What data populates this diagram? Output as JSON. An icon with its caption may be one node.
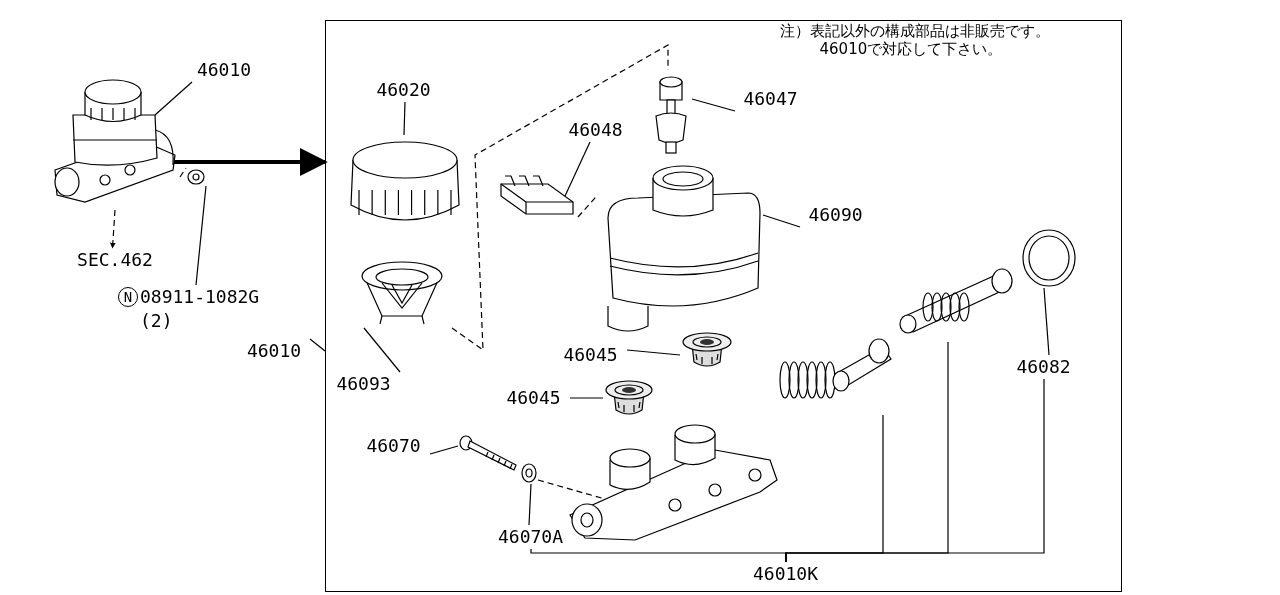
{
  "diagram": {
    "nodes": [
      {
        "text": [
          "46010"
        ]
      },
      {
        "text": [],
        "shape": "picture"
      },
      {
        "text": [
          "SEC.462"
        ]
      },
      {
        "text": [
          "N",
          "08911-1082G",
          "(2)"
        ]
      },
      {
        "text": [],
        "shape": "picture"
      },
      {
        "text": [],
        "shape": "box"
      },
      {
        "text": [
          "46010"
        ]
      },
      {
        "text": [
          "46020"
        ],
        "in": 5
      },
      {
        "text": [],
        "shape": "picture",
        "in": 5
      },
      {
        "text": [
          "46093"
        ],
        "in": 5
      },
      {
        "text": [],
        "shape": "picture",
        "in": 5
      },
      {
        "text": [
          "46047"
        ],
        "in": 5
      },
      {
        "text": [],
        "shape": "picture",
        "in": 5
      },
      {
        "text": [
          "46048"
        ],
        "in": 5
      },
      {
        "text": [],
        "shape": "picture",
        "in": 5
      },
      {
        "text": [
          "46090"
        ],
        "in": 5
      },
      {
        "text": [],
        "shape": "picture",
        "in": 5
      },
      {
        "text": [
          "46045"
        ],
        "in": 5
      },
      {
        "text": [],
        "shape": "picture",
        "in": 5
      },
      {
        "text": [
          "46045"
        ],
        "in": 5
      },
      {
        "text": [],
        "shape": "picture",
        "in": 5
      },
      {
        "text": [
          "46070"
        ],
        "in": 5
      },
      {
        "text": [],
        "shape": "picture",
        "in": 5
      },
      {
        "text": [
          "46070A"
        ],
        "in": 5
      },
      {
        "text": [],
        "shape": "picture",
        "in": 5
      },
      {
        "text": [
          "46082"
        ],
        "in": 5
      },
      {
        "text": [],
        "shape": "picture",
        "in": 5
      },
      {
        "text": [],
        "shape": "picture",
        "in": 5
      },
      {
        "text": [],
        "shape": "picture",
        "in": 5
      },
      {
        "text": [],
        "shape": "picture",
        "in": 5
      },
      {
        "text": [
          "46010K"
        ],
        "in": 5
      }
    ],
    "edges": [
      {
        "from": 0,
        "to": 1,
        "arrow": "none"
      },
      {
        "from": 1,
        "to": 4,
        "arrow": "none",
        "style": "dashed"
      },
      {
        "from": 1,
        "to": 2,
        "arrow": "to",
        "style": "dashed"
      },
      {
        "from": 3,
        "to": 4,
        "arrow": "none"
      },
      {
        "from": 1,
        "to": 5,
        "arrow": "to",
        "style": "thick"
      },
      {
        "from": 6,
        "to": 5,
        "arrow": "none"
      },
      {
        "from": 7,
        "to": 8,
        "arrow": "none"
      },
      {
        "from": 9,
        "to": 10,
        "arrow": "none"
      },
      {
        "from": 10,
        "to": 12,
        "arrow": "none",
        "style": "dashed"
      },
      {
        "from": 11,
        "to": 12,
        "arrow": "none"
      },
      {
        "from": 13,
        "to": 14,
        "arrow": "none"
      },
      {
        "from": 14,
        "to": 16,
        "arrow": "none",
        "style": "dashed"
      },
      {
        "from": 15,
        "to": 16,
        "arrow": "none"
      },
      {
        "from": 17,
        "to": 18,
        "arrow": "none"
      },
      {
        "from": 19,
        "to": 20,
        "arrow": "none"
      },
      {
        "from": 21,
        "to": 22,
        "arrow": "none"
      },
      {
        "from": 23,
        "to": 24,
        "arrow": "none"
      },
      {
        "from": 24,
        "to": 27,
        "arrow": "none",
        "style": "dashed"
      },
      {
        "from": 25,
        "to": 26,
        "arrow": "none"
      },
      {
        "from": 30,
        "to": 23,
        "arrow": "none"
      },
      {
        "from": 30,
        "to": 28,
        "arrow": "none"
      },
      {
        "from": 30,
        "to": 29,
        "arrow": "none"
      },
      {
        "from": 30,
        "to": 25,
        "arrow": "none"
      }
    ],
    "labels": [
      "注）表記以外の構成部品は非販売です。",
      "46010で対応して下さい。"
    ]
  }
}
